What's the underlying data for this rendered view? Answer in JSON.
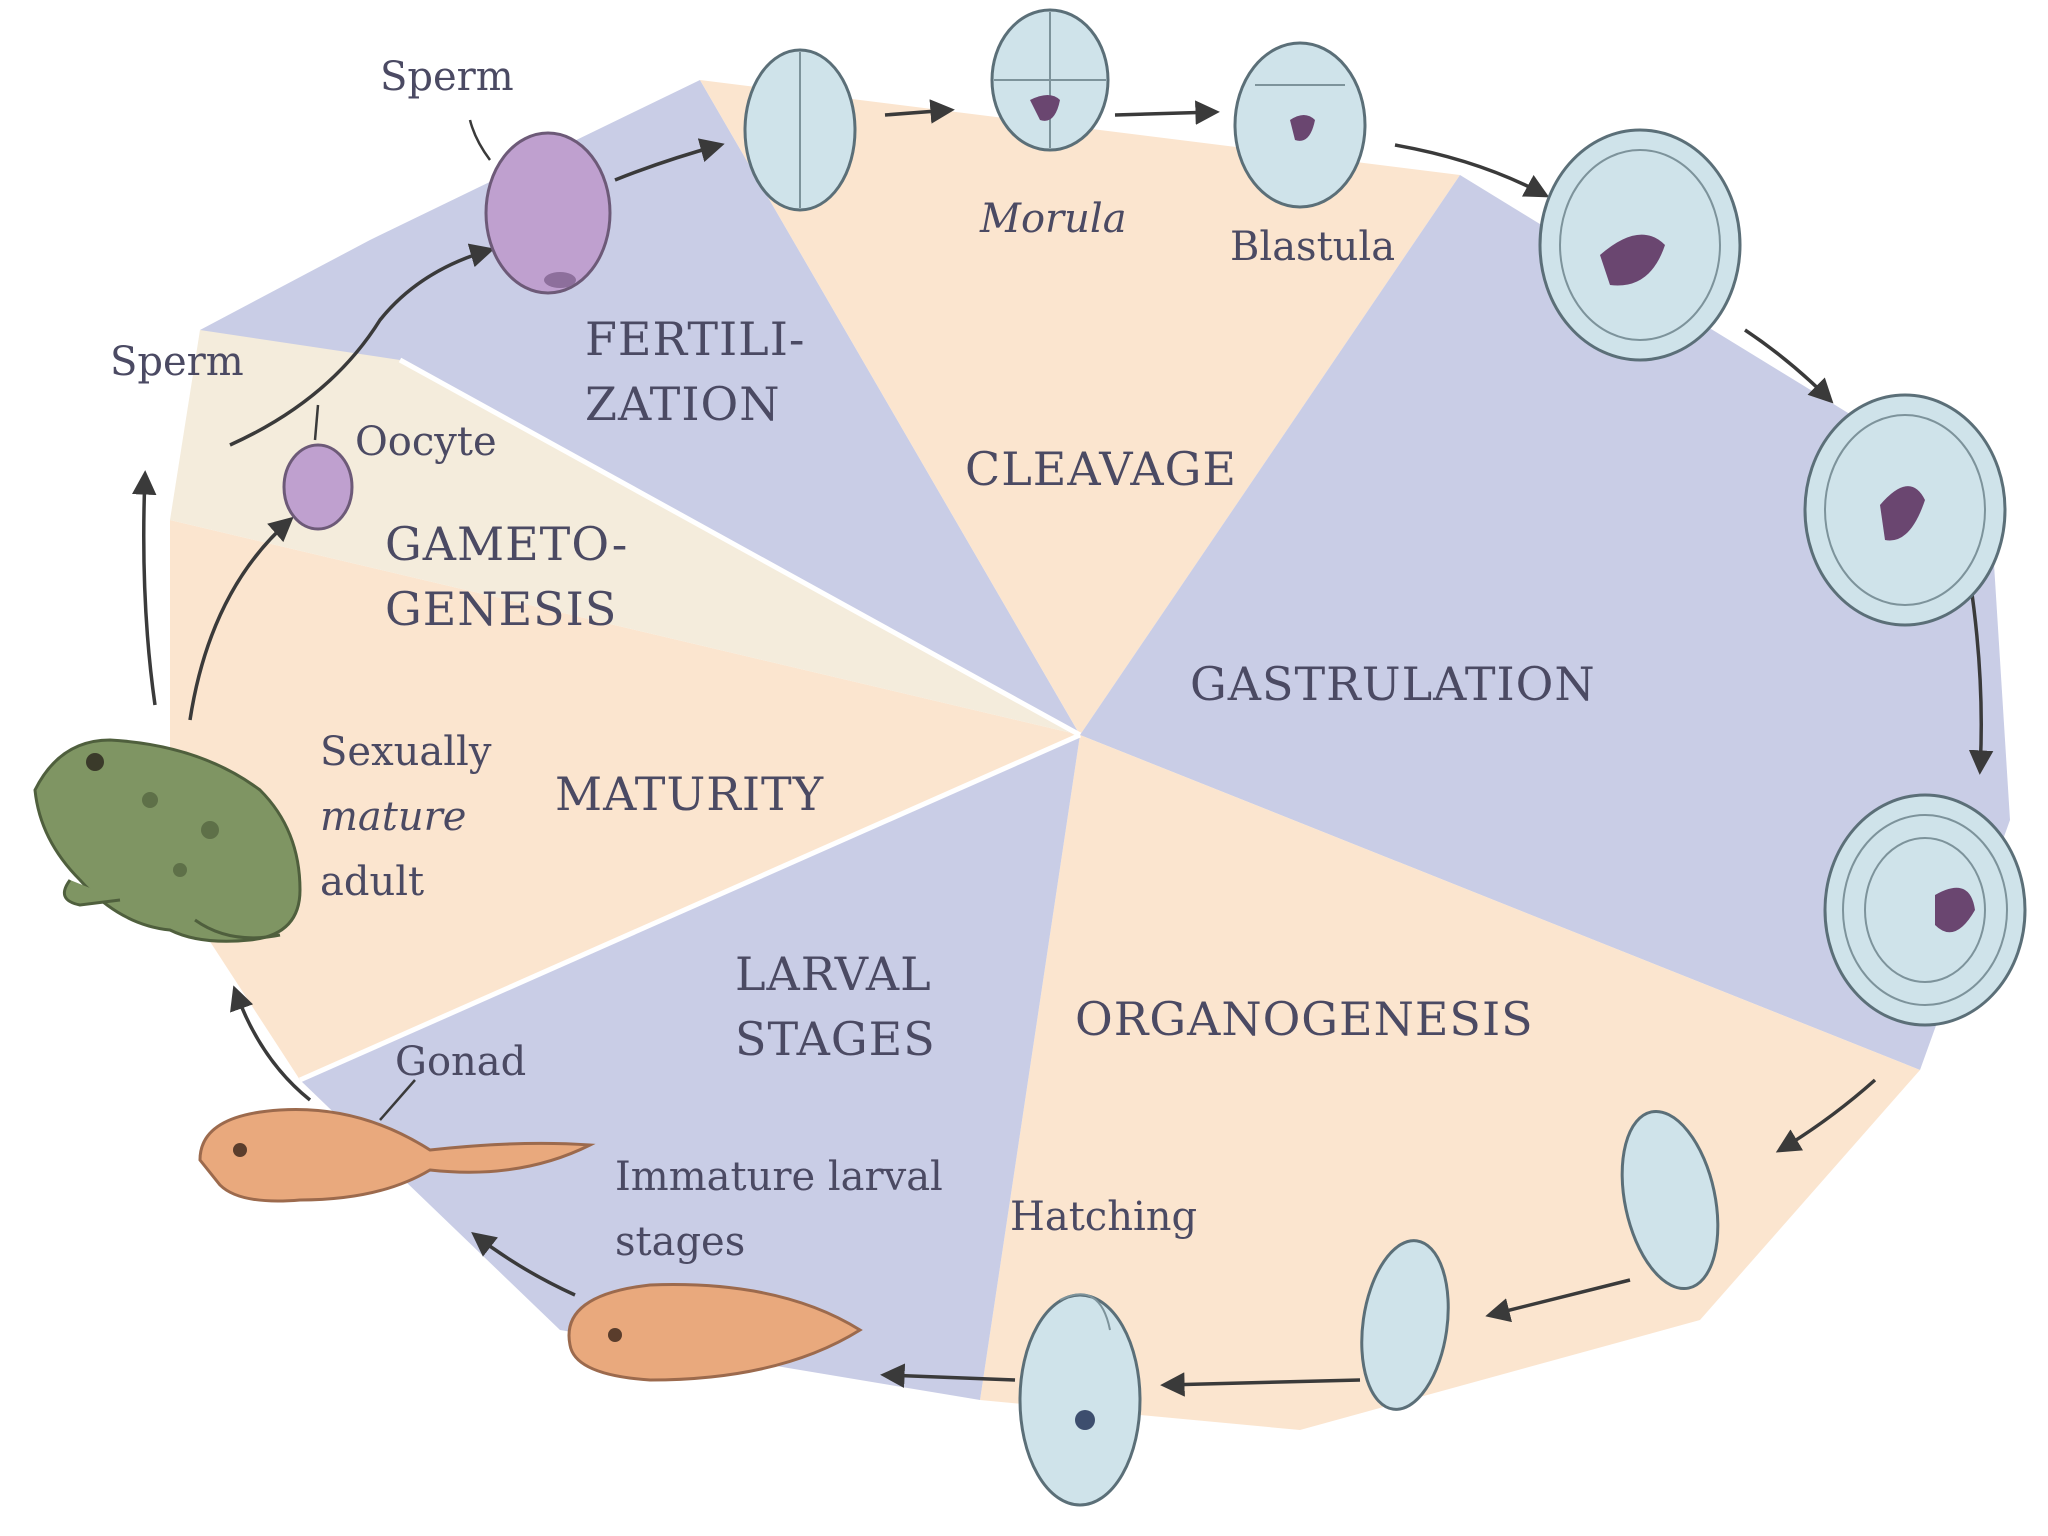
{
  "colors": {
    "lavender_sector": "#c9cde6",
    "peach_sector": "#fbe5cf",
    "label_text": "#4b4a63",
    "frog": "#7f9563",
    "tadpole": "#e9a97d",
    "egg": "#bfa0cf"
  },
  "stages": {
    "fertilization": [
      "FERTILI-",
      "ZATION"
    ],
    "cleavage": "CLEAVAGE",
    "gastrulation": "GASTRULATION",
    "organogenesis": "ORGANOGENESIS",
    "larval": [
      "LARVAL",
      "STAGES"
    ],
    "maturity": "MATURITY",
    "gametogenesis": [
      "GAMETO-",
      "GENESIS"
    ]
  },
  "labels": {
    "sperm_top": "Sperm",
    "sperm_left": "Sperm",
    "oocyte": "Oocyte",
    "morula": "Morula",
    "blastula": "Blastula",
    "adult": [
      "Sexually",
      "mature",
      "adult"
    ],
    "gonad": "Gonad",
    "immature_larval": [
      "Immature larval",
      "stages"
    ],
    "hatching": "Hatching"
  }
}
